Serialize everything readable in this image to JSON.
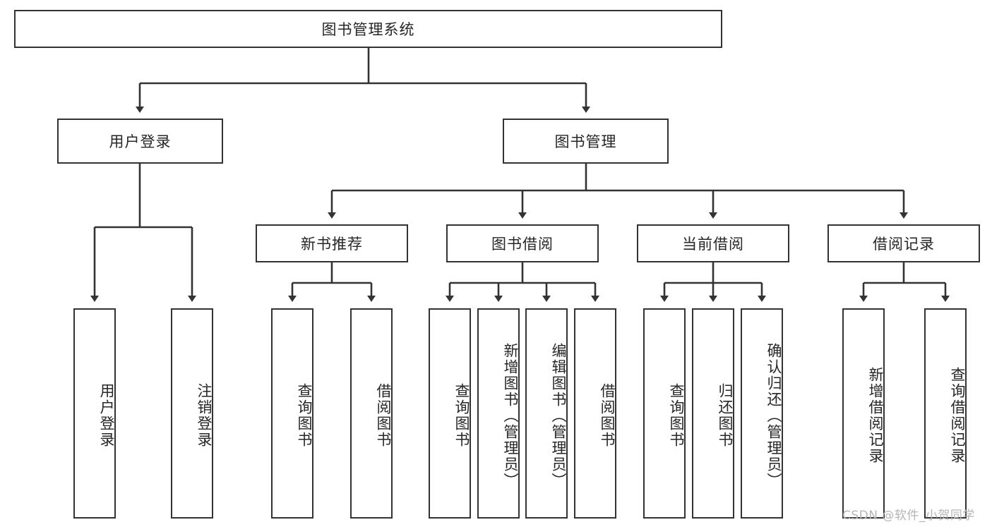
{
  "diagram": {
    "type": "tree",
    "title": "图书管理系统",
    "root": {
      "label": "图书管理系统"
    },
    "level2": [
      {
        "id": "user-login",
        "label": "用户登录"
      },
      {
        "id": "book-management",
        "label": "图书管理"
      }
    ],
    "level3": [
      {
        "id": "new-book-recommend",
        "label": "新书推荐",
        "parent": "book-management"
      },
      {
        "id": "book-borrow",
        "label": "图书借阅",
        "parent": "book-management"
      },
      {
        "id": "current-borrow",
        "label": "当前借阅",
        "parent": "book-management"
      },
      {
        "id": "borrow-record",
        "label": "借阅记录",
        "parent": "book-management"
      }
    ],
    "leaves": [
      {
        "id": "leaf-user-login",
        "label": "用户登录",
        "parent": "user-login"
      },
      {
        "id": "leaf-logout-login",
        "label": "注销登录",
        "parent": "user-login"
      },
      {
        "id": "leaf-query-book-1",
        "label": "查询图书",
        "parent": "new-book-recommend"
      },
      {
        "id": "leaf-borrow-book-1",
        "label": "借阅图书",
        "parent": "new-book-recommend"
      },
      {
        "id": "leaf-query-book-2",
        "label": "查询图书",
        "parent": "book-borrow"
      },
      {
        "id": "leaf-add-book",
        "label": "新增图书（管理员）",
        "parent": "book-borrow"
      },
      {
        "id": "leaf-edit-book",
        "label": "编辑图书（管理员）",
        "parent": "book-borrow"
      },
      {
        "id": "leaf-borrow-book-2",
        "label": "借阅图书",
        "parent": "book-borrow"
      },
      {
        "id": "leaf-query-book-3",
        "label": "查询图书",
        "parent": "current-borrow"
      },
      {
        "id": "leaf-return-book",
        "label": "归还图书",
        "parent": "current-borrow"
      },
      {
        "id": "leaf-confirm-return",
        "label": "确认归还（管理员）",
        "parent": "current-borrow"
      },
      {
        "id": "leaf-add-record",
        "label": "新增借阅记录",
        "parent": "borrow-record"
      },
      {
        "id": "leaf-query-record",
        "label": "查询借阅记录",
        "parent": "borrow-record"
      }
    ],
    "colors": {
      "box_stroke": "#333333",
      "box_fill": "#ffffff",
      "connector": "#333333",
      "text": "#262626",
      "watermark": "#b5b5b5"
    }
  },
  "watermark": {
    "text": "CSDN @软件_小贺同学"
  }
}
